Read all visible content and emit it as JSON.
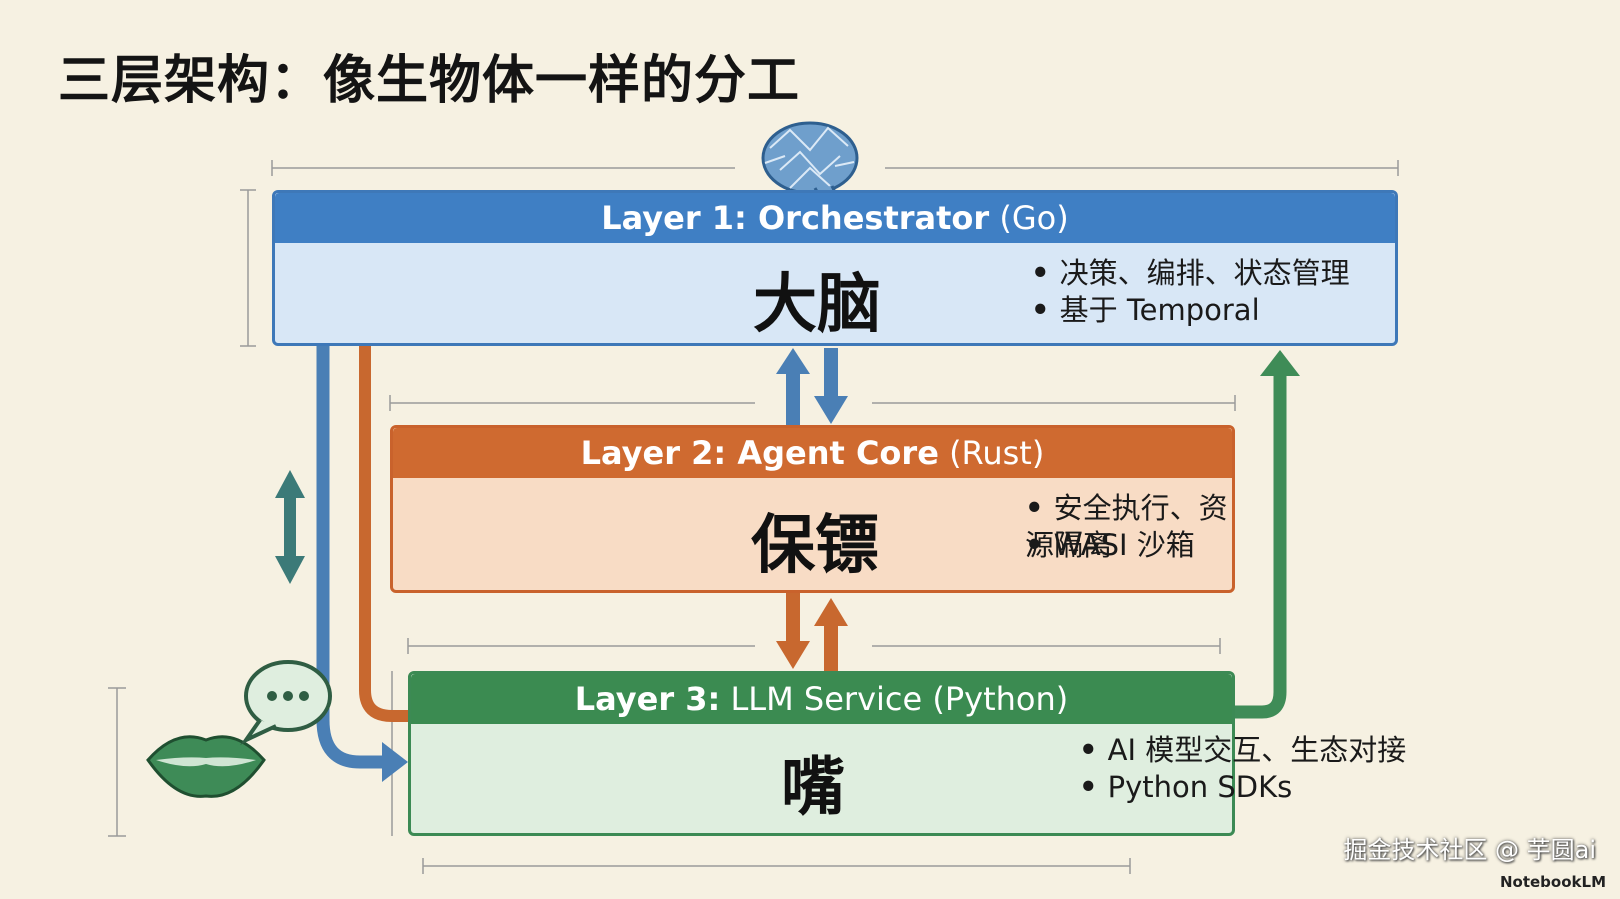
{
  "title": "三层架构：像生物体一样的分工",
  "layers": [
    {
      "label_bold": "Layer 1: Orchestrator",
      "label_lang": "(Go)",
      "name": "大脑",
      "bullets": [
        "决策、编排、状态管理",
        "基于 Temporal"
      ],
      "color": "#3f7fc4"
    },
    {
      "label_bold": "Layer 2: Agent Core",
      "label_lang": "(Rust)",
      "name": "保镖",
      "bullets": [
        "安全执行、资源隔离",
        "WASI 沙箱"
      ],
      "color": "#cf6a30"
    },
    {
      "label_bold": "Layer 3:",
      "label_lang": "LLM Service (Python)",
      "name": "嘴",
      "bullets": [
        "AI 模型交互、生态对接",
        "Python SDKs"
      ],
      "color": "#3b8b51"
    }
  ],
  "icons": [
    "brain-icon",
    "shield-person-icon",
    "lips-icon",
    "speech-bubble-icon"
  ],
  "watermark": "掘金技术社区 @ 芋圆ai",
  "brand": "NotebookLM"
}
